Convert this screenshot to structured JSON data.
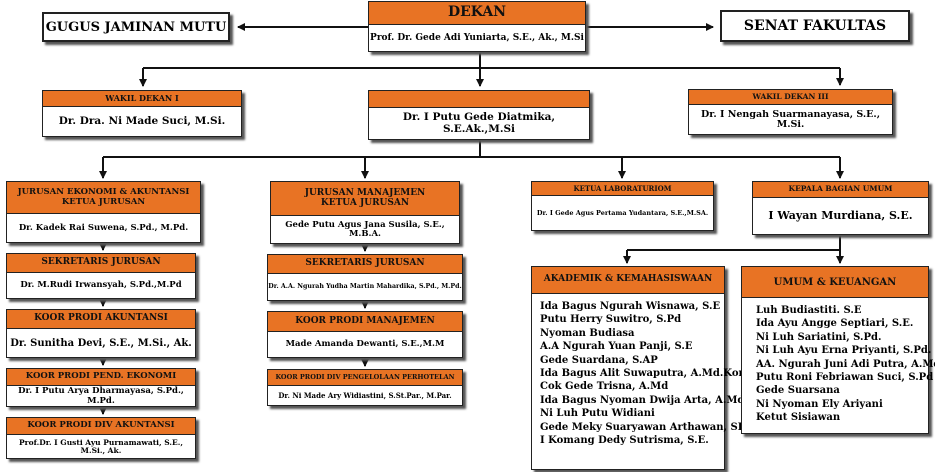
{
  "left_top": "GUGUS JAMINAN MUTU",
  "right_top": "SENAT FAKULTAS",
  "dekan": {
    "title": "DEKAN",
    "name": "Prof. Dr. Gede Adi Yuniarta, S.E., Ak., M.Si"
  },
  "wakil1": {
    "title": "WAKIL DEKAN I",
    "name": "Dr. Dra. Ni Made Suci, M.Si."
  },
  "wakil2": {
    "title": "",
    "name": "Dr. I Putu Gede Diatmika, S.E.Ak.,M.Si"
  },
  "wakil3": {
    "title": "WAKIL DEKAN III",
    "name": "Dr. I Nengah Suarmanayasa, S.E., M.Si."
  },
  "col1": [
    {
      "title": "JURUSAN EKONOMI & AKUNTANSI KETUA JURUSAN",
      "name": "Dr. Kadek Rai Suwena, S.Pd., M.Pd."
    },
    {
      "title": "SEKRETARIS JURUSAN",
      "name": "Dr. M.Rudi Irwansyah, S.Pd.,M.Pd"
    },
    {
      "title": "KOOR PRODI AKUNTANSI",
      "name": "Dr. Sunitha Devi, S.E., M.Si., Ak."
    },
    {
      "title": "KOOR PRODI PEND. EKONOMI",
      "name": "Dr. I Putu Arya Dharmayasa, S.Pd., M.Pd."
    },
    {
      "title": "KOOR PRODI DIV AKUNTANSI",
      "name": "Prof.Dr. I Gusti Ayu Purnamawati, S.E., M.Si., Ak."
    }
  ],
  "col2": [
    {
      "title": "JURUSAN MANAJEMEN KETUA JURUSAN",
      "name": "Gede Putu Agus Jana Susila, S.E., M.B.A."
    },
    {
      "title": "SEKRETARIS JURUSAN",
      "name": "Dr. A.A. Ngurah Yudha Martin Mahardika, S.Pd., M.Pd."
    },
    {
      "title": "KOOR PRODI MANAJEMEN",
      "name": "Made Amanda Dewanti, S.E.,M.M"
    },
    {
      "title": "KOOR PRODI DIV PENGELOLAAN PERHOTELAN",
      "name": "Dr. Ni Made Ary Widiastini, S.St.Par., M.Par."
    }
  ],
  "lab": {
    "title": "KETUA LABORATURIOM",
    "name": "Dr. I Gede Agus Pertama Yudantara, S.E.,M.SA."
  },
  "umum": {
    "title": "KEPALA BAGIAN UMUM",
    "name": "I Wayan Murdiana, S.E."
  },
  "akademik": {
    "title": "AKADEMIK & KEMAHASISWAAN",
    "members": [
      "Ida Bagus Ngurah Wisnawa, S.E",
      "Putu Herry Suwitro, S.Pd",
      "Nyoman Budiasa",
      "A.A Ngurah Yuan Panji, S.E",
      "Gede Suardana, S.AP",
      "Ida Bagus Alit Suwaputra, A.Md.Kom",
      "Cok Gede Trisna, A.Md",
      "Ida Bagus Nyoman Dwija Arta, A.Md",
      "Ni Luh Putu Widiani",
      "Gede Meky Suaryawan Arthawan, SE",
      "I Komang Dedy Sutrisma, S.E."
    ]
  },
  "keuangan": {
    "title": "UMUM & KEUANGAN",
    "members": [
      "Luh Budiastiti. S.E",
      "Ida Ayu Angge Septiari, S.E.",
      "Ni Luh Sariatini, S.Pd.",
      "Ni Luh Ayu Erna Priyanti, S.Pd.",
      "AA. Ngurah Juni Adi Putra, A.Md.",
      "Putu Roni Febriawan Suci, S.Pd",
      "Gede Suarsana",
      "Ni Nyoman Ely Ariyani",
      "Ketut Sisiawan"
    ]
  }
}
